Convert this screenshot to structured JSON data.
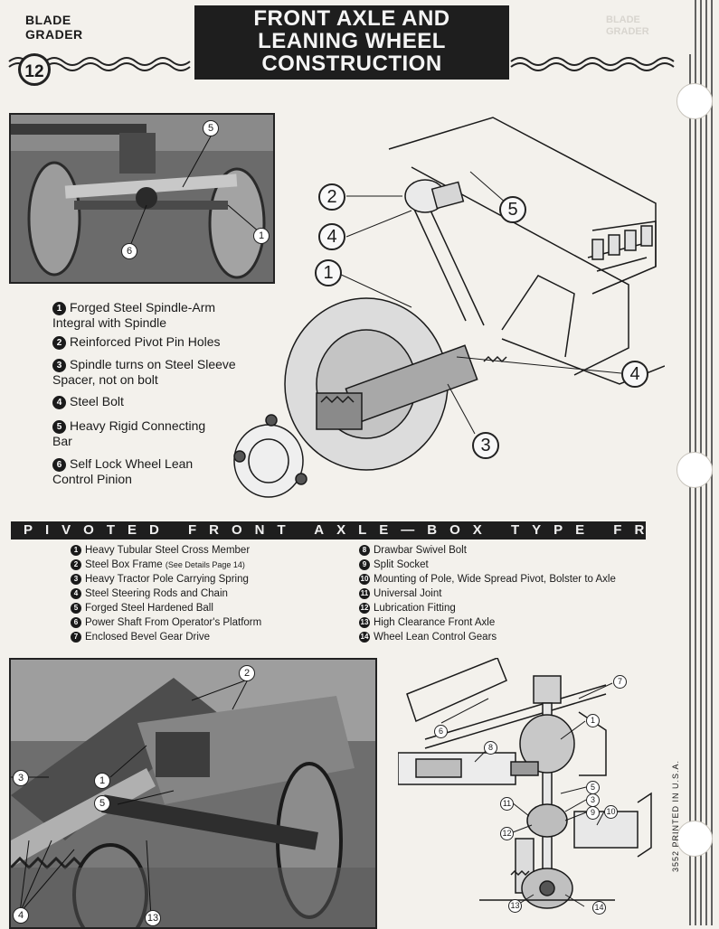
{
  "header": {
    "left_line1": "BLADE",
    "left_line2": "GRADER",
    "title_line1": "FRONT AXLE AND",
    "title_line2": "LEANING WHEEL",
    "title_line3": "CONSTRUCTION",
    "page_number": "12",
    "ghost_line1": "BLADE",
    "ghost_line2": "GRADER"
  },
  "features": [
    {
      "num": "1",
      "text_a": "Forged Steel Spindle-Arm",
      "text_b": "Integral with Spindle"
    },
    {
      "num": "2",
      "text_a": "Reinforced Pivot Pin Holes",
      "text_b": ""
    },
    {
      "num": "3",
      "text_a": "Spindle turns on Steel Sleeve",
      "text_b": "Spacer, not on bolt"
    },
    {
      "num": "4",
      "text_a": "Steel Bolt",
      "text_b": ""
    },
    {
      "num": "5",
      "text_a": "Heavy Rigid Connecting",
      "text_b": "Bar"
    },
    {
      "num": "6",
      "text_a": "Self Lock Wheel Lean",
      "text_b": "Control Pinion"
    }
  ],
  "banner": "PIVOTED FRONT AXLE—BOX TYPE FRAME",
  "legend_left": [
    {
      "num": "1",
      "text": "Heavy Tubular Steel Cross Member",
      "note": ""
    },
    {
      "num": "2",
      "text": "Steel Box Frame",
      "note": "(See Details Page 14)"
    },
    {
      "num": "3",
      "text": "Heavy Tractor Pole Carrying Spring",
      "note": ""
    },
    {
      "num": "4",
      "text": "Steel Steering Rods and Chain",
      "note": ""
    },
    {
      "num": "5",
      "text": "Forged Steel Hardened Ball",
      "note": ""
    },
    {
      "num": "6",
      "text": "Power Shaft From Operator's Platform",
      "note": ""
    },
    {
      "num": "7",
      "text": "Enclosed Bevel Gear Drive",
      "note": ""
    }
  ],
  "legend_right": [
    {
      "num": "8",
      "text": "Drawbar Swivel Bolt"
    },
    {
      "num": "9",
      "text": "Split Socket"
    },
    {
      "num": "10",
      "text": "Mounting of Pole, Wide Spread Pivot, Bolster to Axle"
    },
    {
      "num": "11",
      "text": "Universal Joint"
    },
    {
      "num": "12",
      "text": "Lubrication Fitting"
    },
    {
      "num": "13",
      "text": "High Clearance Front Axle"
    },
    {
      "num": "14",
      "text": "Wheel Lean Control Gears"
    }
  ],
  "callouts": {
    "photo1": [
      "5",
      "6",
      "1"
    ],
    "cutaway": [
      "2",
      "4",
      "1",
      "5",
      "4",
      "3"
    ],
    "photo2": [
      "2",
      "3",
      "1",
      "5",
      "4",
      "13"
    ],
    "diagram2": [
      "7",
      "1",
      "6",
      "8",
      "5",
      "3",
      "11",
      "9",
      "10",
      "12",
      "13",
      "14"
    ]
  },
  "printed_note": "3552 PRINTED IN U.S.A.",
  "colors": {
    "paper": "#f3f1ec",
    "ink": "#1a1a1a",
    "photo_dark": "#5a5a5a"
  }
}
